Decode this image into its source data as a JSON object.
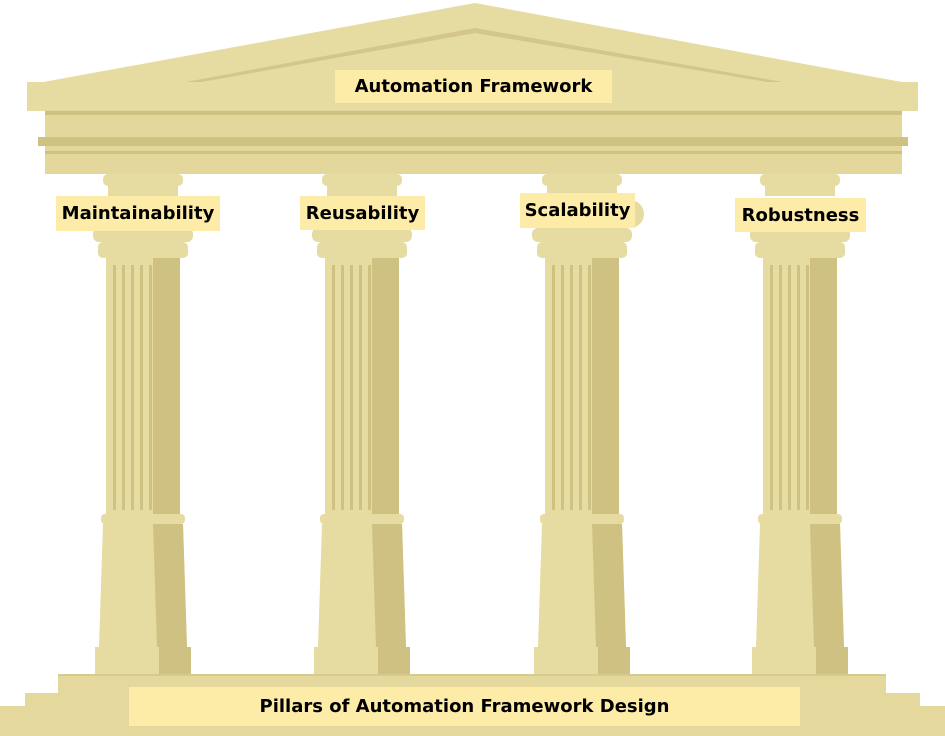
{
  "roof_label": "Automation Framework",
  "pillars": [
    {
      "label": "Maintainability"
    },
    {
      "label": "Reusability"
    },
    {
      "label": "Scalability"
    },
    {
      "label": "Robustness"
    }
  ],
  "base_label": "Pillars of Automation Framework Design",
  "colors": {
    "stone": "#e6dba0",
    "shade": "#cfc182",
    "dark": "#bfb070",
    "label_bg": "#fdeba8"
  }
}
